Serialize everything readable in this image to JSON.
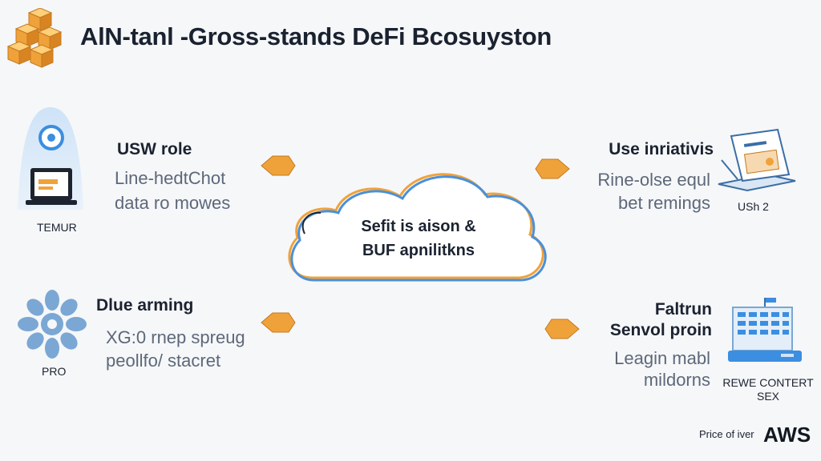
{
  "header": {
    "title": "AlN-tanl -Gross-stands DeFi Bcosuyston"
  },
  "center": {
    "line1": "Sefit is aison &",
    "line2": "BUF apnilitkns"
  },
  "nodes": {
    "top_left": {
      "caption": "TEMUR",
      "heading": "USW role",
      "line1": "Line-hedtChot",
      "line2": "data ro mowes"
    },
    "bottom_left": {
      "caption": "PRO",
      "heading": "Dlue arming",
      "line1": "XG:0 rnep spreug",
      "line2": "peollfo/ stacret"
    },
    "top_right": {
      "caption": "USh 2",
      "heading": "Use inriativis",
      "line1": "Rine-olse equl",
      "line2": "bet remings"
    },
    "bottom_right": {
      "caption_line1": "REWE CONTERT",
      "caption_line2": "SEX",
      "heading_line1": "Faltrun",
      "heading_line2": "Senvol proin",
      "line1": "Leagin mabl",
      "line2": "mildorns"
    }
  },
  "footer": {
    "small": "Price of iver",
    "brand": "AWS"
  },
  "colors": {
    "orange": "#f0a23a",
    "blue": "#4a90d9",
    "text": "#1b2230",
    "muted": "#5d6879"
  }
}
